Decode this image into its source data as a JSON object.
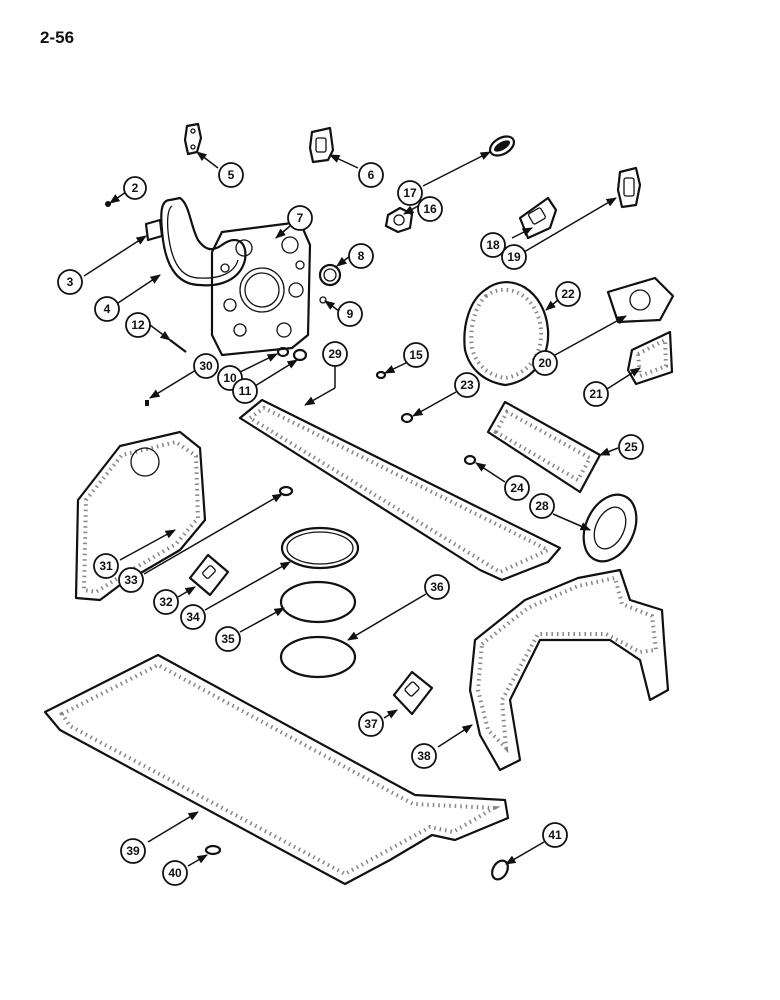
{
  "page_number": "2-56",
  "callouts": [
    "2",
    "3",
    "4",
    "5",
    "6",
    "7",
    "8",
    "9",
    "10",
    "11",
    "12",
    "15",
    "16",
    "17",
    "18",
    "19",
    "20",
    "21",
    "22",
    "23",
    "24",
    "25",
    "28",
    "29",
    "30",
    "31",
    "32",
    "33",
    "34",
    "35",
    "36",
    "37",
    "38",
    "39",
    "40",
    "41"
  ]
}
